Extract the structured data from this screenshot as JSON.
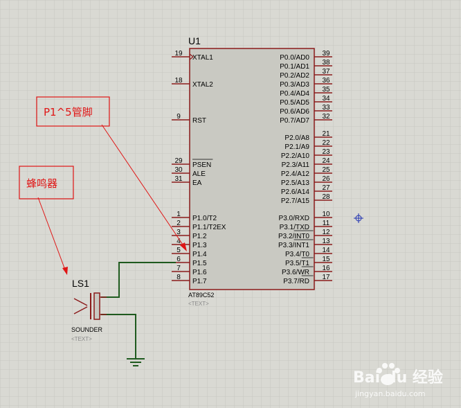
{
  "chip": {
    "ref": "U1",
    "part": "AT89C52",
    "text_placeholder": "<TEXT>",
    "left_pins": [
      {
        "num": "19",
        "label": "XTAL1"
      },
      {
        "num": "18",
        "label": "XTAL2"
      },
      {
        "num": "9",
        "label": "RST"
      },
      {
        "num": "29",
        "label": "PSEN"
      },
      {
        "num": "30",
        "label": "ALE"
      },
      {
        "num": "31",
        "label": "EA"
      },
      {
        "num": "1",
        "label": "P1.0/T2"
      },
      {
        "num": "2",
        "label": "P1.1/T2EX"
      },
      {
        "num": "3",
        "label": "P1.2"
      },
      {
        "num": "4",
        "label": "P1.3"
      },
      {
        "num": "5",
        "label": "P1.4"
      },
      {
        "num": "6",
        "label": "P1.5"
      },
      {
        "num": "7",
        "label": "P1.6"
      },
      {
        "num": "8",
        "label": "P1.7"
      }
    ],
    "right_pins": [
      {
        "num": "39",
        "label": "P0.0/AD0"
      },
      {
        "num": "38",
        "label": "P0.1/AD1"
      },
      {
        "num": "37",
        "label": "P0.2/AD2"
      },
      {
        "num": "36",
        "label": "P0.3/AD3"
      },
      {
        "num": "35",
        "label": "P0.4/AD4"
      },
      {
        "num": "34",
        "label": "P0.5/AD5"
      },
      {
        "num": "33",
        "label": "P0.6/AD6"
      },
      {
        "num": "32",
        "label": "P0.7/AD7"
      },
      {
        "num": "21",
        "label": "P2.0/A8"
      },
      {
        "num": "22",
        "label": "P2.1/A9"
      },
      {
        "num": "23",
        "label": "P2.2/A10"
      },
      {
        "num": "24",
        "label": "P2.3/A11"
      },
      {
        "num": "25",
        "label": "P2.4/A12"
      },
      {
        "num": "26",
        "label": "P2.5/A13"
      },
      {
        "num": "27",
        "label": "P2.6/A14"
      },
      {
        "num": "28",
        "label": "P2.7/A15"
      },
      {
        "num": "10",
        "label": "P3.0/RXD"
      },
      {
        "num": "11",
        "label": "P3.1/TXD"
      },
      {
        "num": "12",
        "label": "P3.2/INT0"
      },
      {
        "num": "13",
        "label": "P3.3/INT1"
      },
      {
        "num": "14",
        "label": "P3.4/T0"
      },
      {
        "num": "15",
        "label": "P3.5/T1"
      },
      {
        "num": "16",
        "label": "P3.6/WR"
      },
      {
        "num": "17",
        "label": "P3.7/RD"
      }
    ]
  },
  "sounder": {
    "ref": "LS1",
    "part": "SOUNDER",
    "text_placeholder": "<TEXT>"
  },
  "annotations": {
    "pin_label": "P1^5管脚",
    "buzzer_label": "蜂鸣器"
  },
  "watermark": {
    "brand": "Bai du 经验",
    "url": "jingyan.baidu.com"
  },
  "colors": {
    "background": "#d9d9d3",
    "grid": "#c6c6c0",
    "chip_body": "#c9c9c2",
    "outline": "#8b1a1a",
    "wire": "#1e5a1e",
    "annotation": "#e01515",
    "marker": "#1d2fb0"
  }
}
